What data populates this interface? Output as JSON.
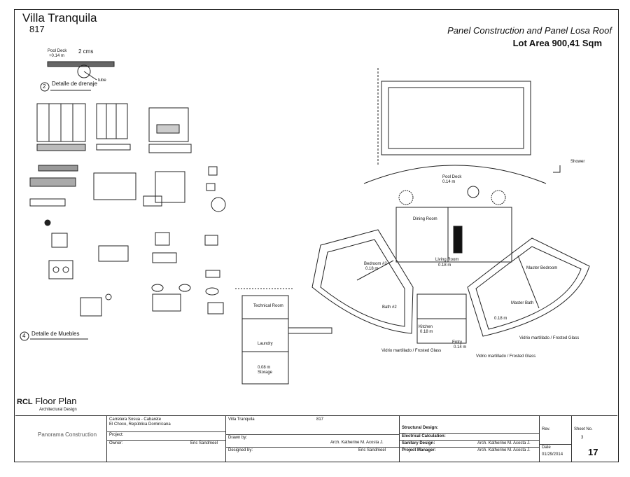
{
  "header": {
    "project_name": "Villa Tranquila",
    "project_number": "817",
    "sheet_title": "Panel Construction and Panel Losa Roof",
    "lot_area": "Lot Area 900,41 Sqm"
  },
  "details": {
    "pool_deck_label": "Pool Deck",
    "pool_deck_level": "+0.14 m",
    "pool_slope": "2 cms",
    "tube_label": "tube",
    "drainage_detail_no": "2",
    "drainage_detail": "Detalle de drenaje",
    "furniture_detail_no": "4",
    "furniture_detail": "Detalle de Muebles"
  },
  "plan": {
    "pool_deck_label": "Pool Deck",
    "pool_deck_level": "0.14 m",
    "dining_room": "Dining Room",
    "living_room": "Living Room",
    "living_level": "0.18 m",
    "bedroom2": "Bedroom #2",
    "bedroom2_level": "0.18 m",
    "bath2": "Bath #2",
    "kitchen": "Kitchen",
    "kitchen_level": "0.18 m",
    "entry": "Entry",
    "entry_level": "0.14 m",
    "master_bedroom": "Master Bedroom",
    "master_bath": "Master Bath",
    "master_level": "0.18 m",
    "technical_room": "Technical Room",
    "laundry": "Laundry",
    "storage": "Storage",
    "storage_level": "0.08 m",
    "frosted_glass_left": "Vidrio martillado / Frosted Glass",
    "frosted_glass_mid": "Vidrio martillado / Frosted Glass",
    "frosted_glass_right": "Vidrio martillado / Frosted Glass",
    "shower_label": "Shower"
  },
  "plan_title": {
    "logo": "RCL",
    "name": "Floor Plan",
    "subtitle": "Architectural Design"
  },
  "title_block": {
    "company": "Panorama Construction",
    "address_line1": "Carretera Sosua - Cabarete",
    "address_line2": "El Choco, República Dominicana",
    "project_label": "Project:",
    "owner_label": "Owner:",
    "owner": "Eric Sandmeel",
    "project_value": "Villa Tranquila",
    "project_no": "817",
    "drawn_label": "Drawn by:",
    "drawn_value": "Arch. Katherine M. Acosta J.",
    "designed_label": "Designed by:",
    "designed_value": "Eric Sandmeel",
    "structural_label": "Structural Design:",
    "electrical_label": "Electrical Calculation:",
    "sanitary_label": "Sanitary Design:",
    "sanitary_value": "Arch. Katherine M. Acosta J.",
    "pm_label": "Project Manager:",
    "pm_value": "Arch. Katherine M. Acosta J.",
    "rev_label": "Rev.",
    "rev_value": "3",
    "date_label": "Date",
    "date_value": "01/29/2014",
    "sheet_no_label": "Sheet No.",
    "sheet_no": "17"
  }
}
